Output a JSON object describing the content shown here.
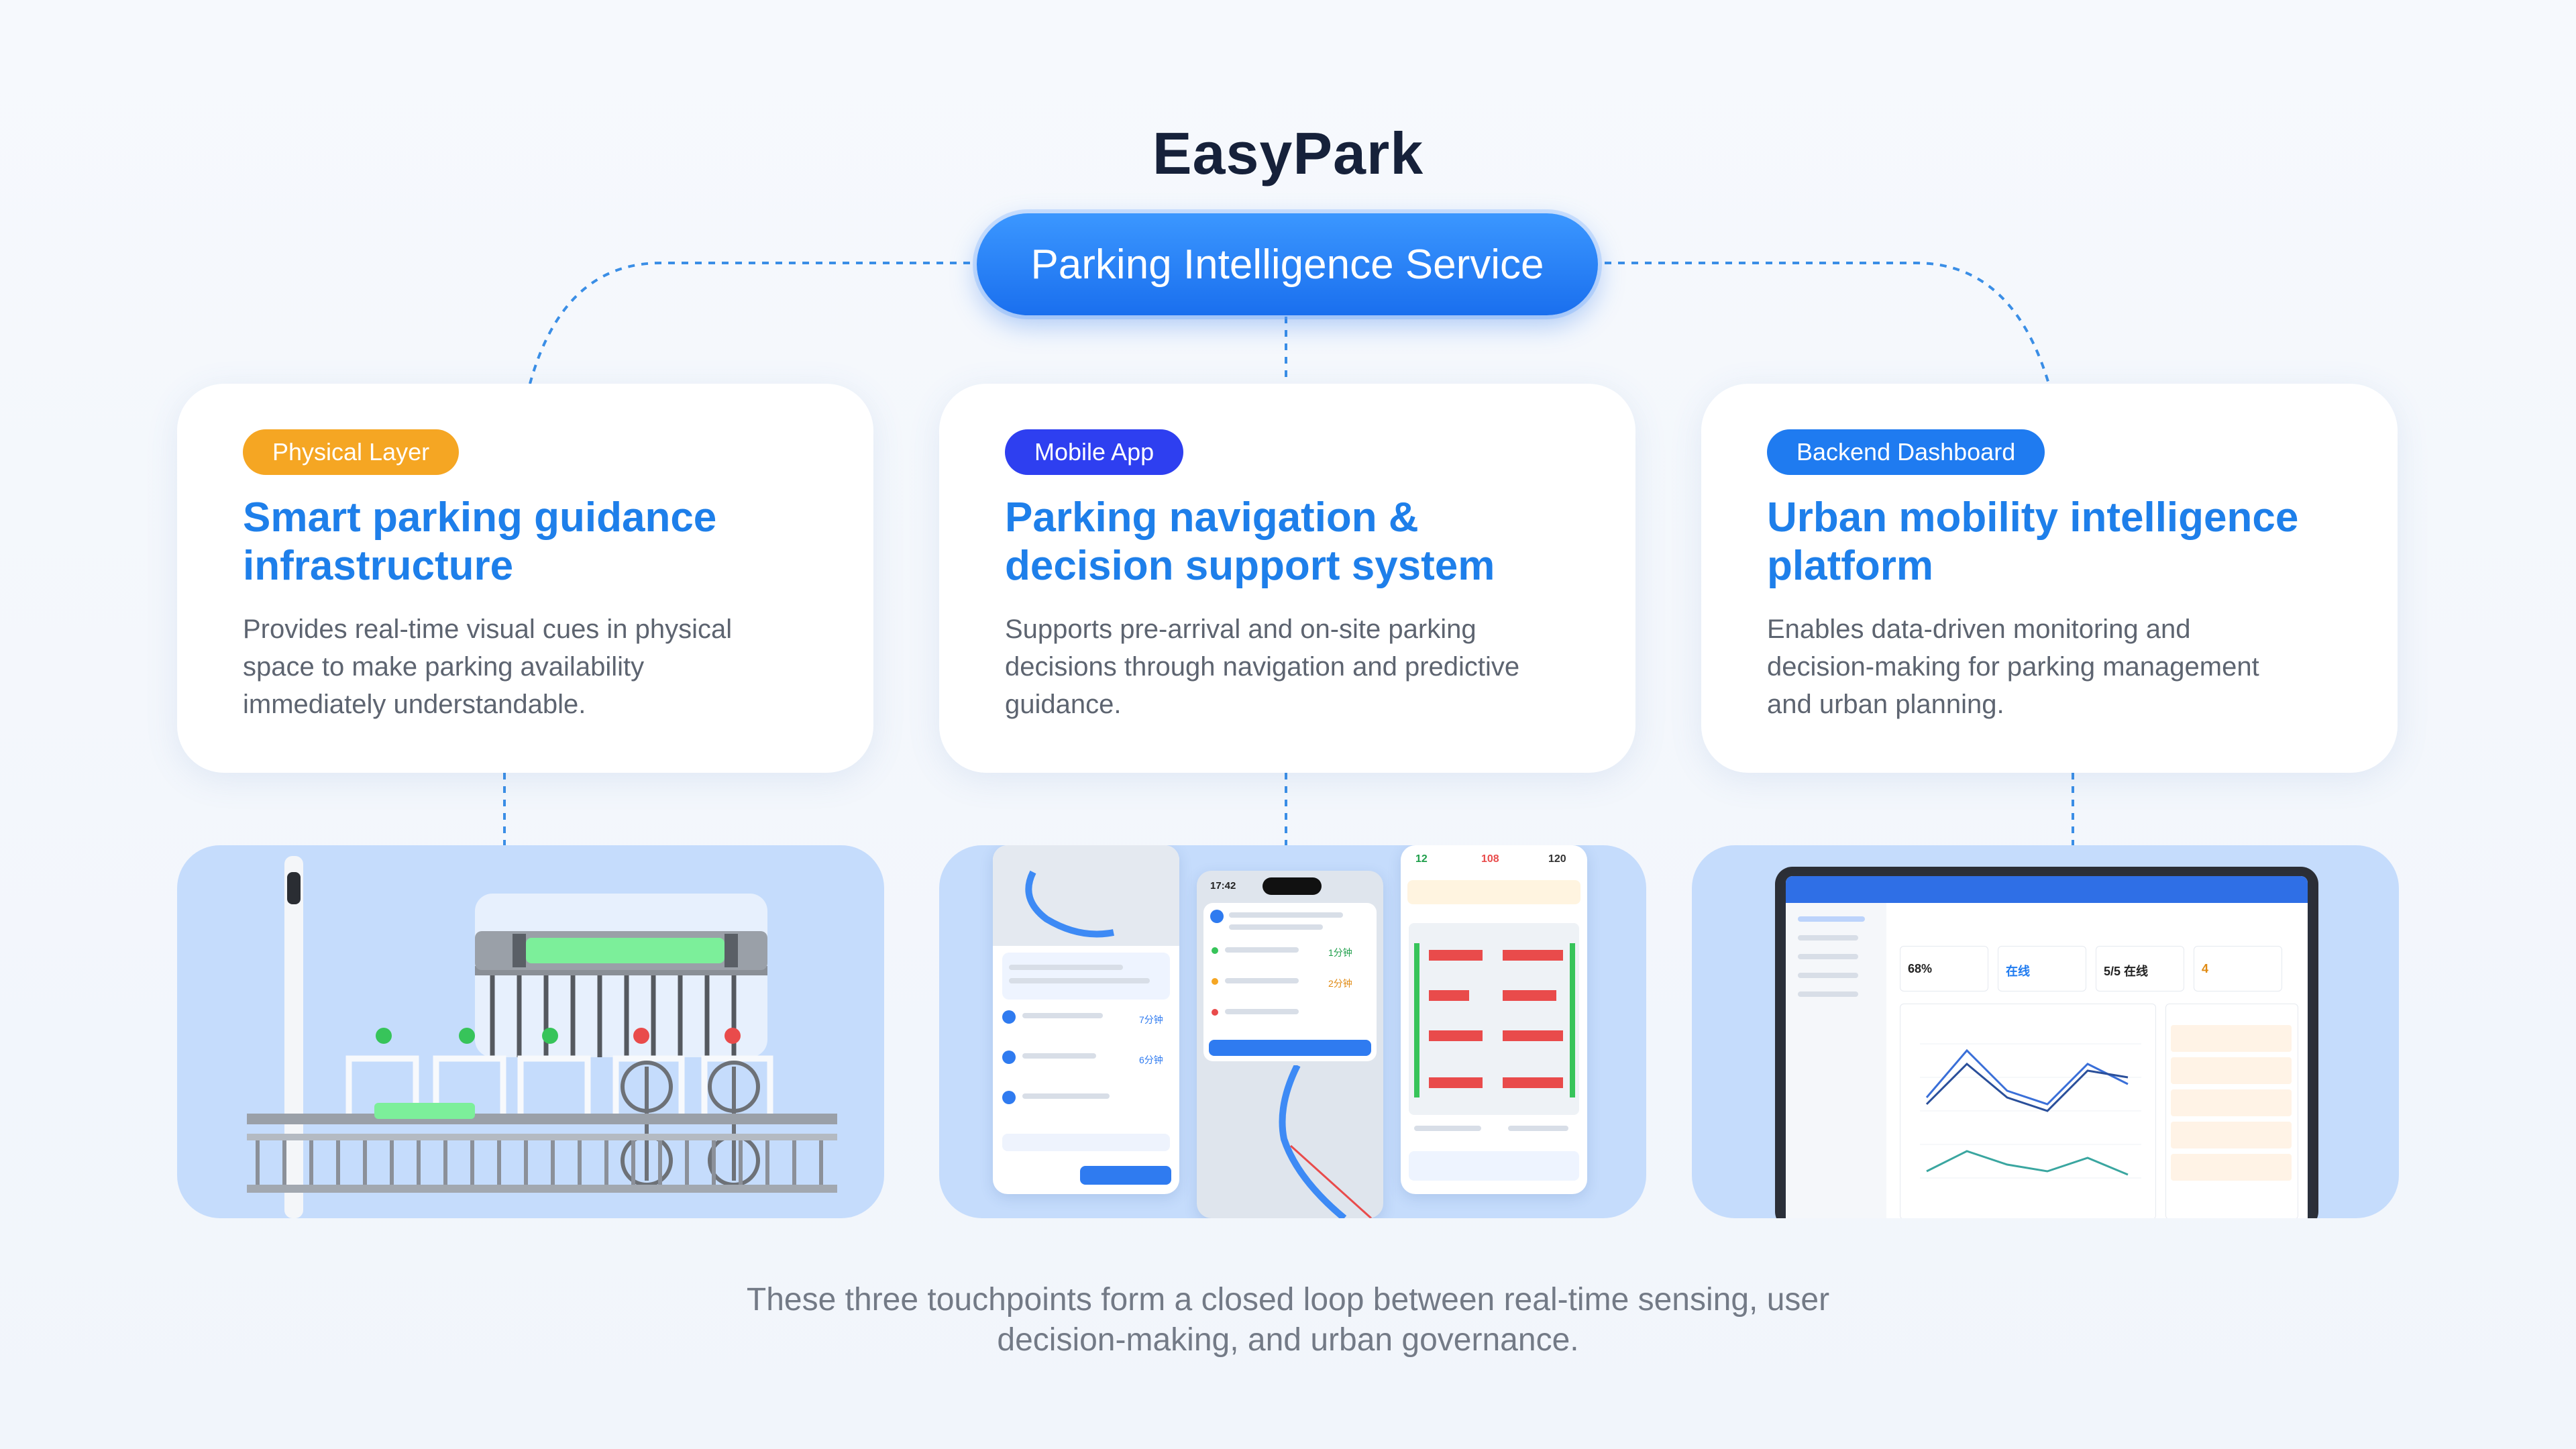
{
  "title": "EasyPark",
  "hub_label": "Parking Intelligence Service",
  "cards": [
    {
      "badge": "Physical Layer",
      "badge_color": "#f5a623",
      "heading_line1": "Smart parking guidance",
      "heading_line2": "infrastructure",
      "desc_line1": "Provides real-time visual cues in physical",
      "desc_line2": "space to make parking availability",
      "desc_line3": "immediately understandable."
    },
    {
      "badge": "Mobile App",
      "badge_color": "#2e3ff0",
      "heading_line1": "Parking navigation &",
      "heading_line2": "decision support system",
      "desc_line1": "Supports pre-arrival and on-site parking",
      "desc_line2": "decisions through navigation and predictive",
      "desc_line3": "guidance."
    },
    {
      "badge": "Backend Dashboard",
      "badge_color": "#1f7bf0",
      "heading_line1": "Urban mobility intelligence",
      "heading_line2": "platform",
      "desc_line1": "Enables data-driven monitoring and",
      "desc_line2": "decision-making for parking management",
      "desc_line3": "and urban planning."
    }
  ],
  "mobile": {
    "time": "17:42",
    "stat_available": "12",
    "stat_occupied": "108",
    "stat_total": "120",
    "wait_1": "7分钟",
    "wait_2": "2分钟",
    "wait_3": "1分钟",
    "wait_4": "6分钟"
  },
  "dashboard": {
    "occupancy": "68%",
    "status": "在线",
    "devices": "5/5 在线",
    "alerts": "4"
  },
  "footer_line1": "These three touchpoints form a closed loop between real-time sensing, user",
  "footer_line2": "decision-making, and urban governance.",
  "colors": {
    "accent": "#1e7fea",
    "hub": "#1a6fee",
    "panel_bg": "#c5dcfc",
    "dashed": "#3a8ee6"
  }
}
